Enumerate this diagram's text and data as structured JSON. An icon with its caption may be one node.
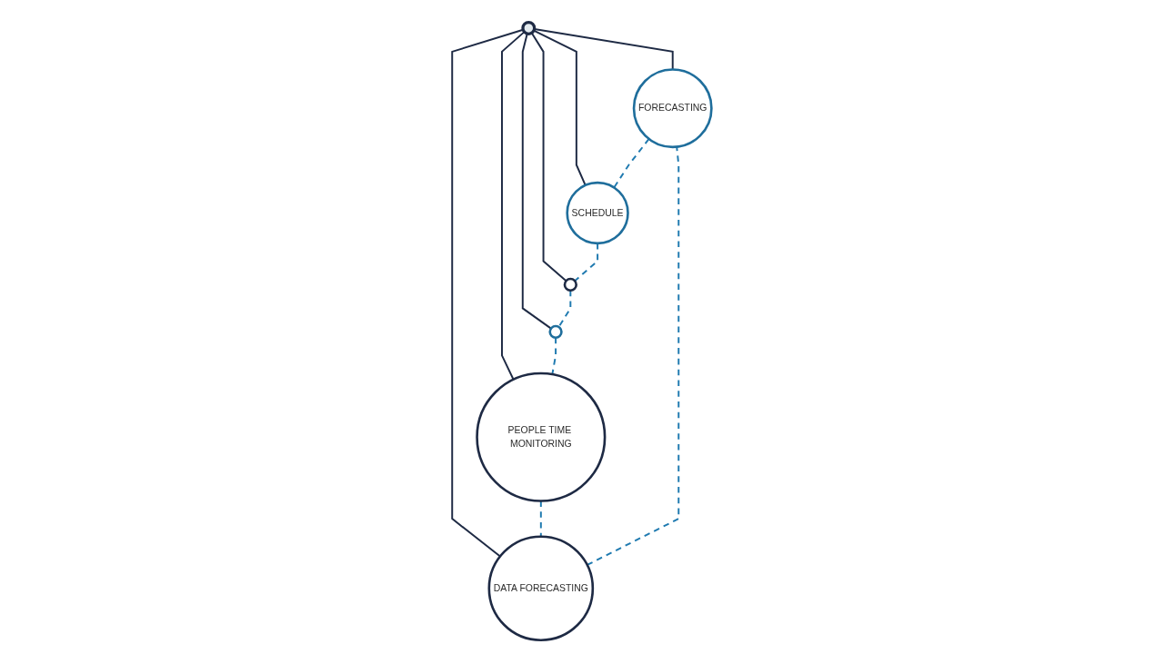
{
  "diagram": {
    "nodes": [
      {
        "text": [
          "FORECASTING"
        ]
      },
      {
        "text": [
          "DATA FORECASTING"
        ]
      },
      {
        "text": [
          "SCHEDULE"
        ]
      },
      {
        "text": [],
        "shape": "circle"
      },
      {
        "text": [
          "PEOPLE TIME MONITORING"
        ]
      },
      {
        "text": [],
        "shape": "circle"
      },
      {
        "text": [],
        "shape": "circle"
      }
    ],
    "edges": [
      {
        "from": 3,
        "to": 0,
        "arrow": "none"
      },
      {
        "from": 3,
        "to": 1,
        "arrow": "none"
      },
      {
        "from": 3,
        "to": 2,
        "arrow": "none"
      },
      {
        "from": 3,
        "to": 4,
        "arrow": "none"
      },
      {
        "from": 3,
        "to": 5,
        "arrow": "none"
      },
      {
        "from": 3,
        "to": 6,
        "arrow": "none"
      },
      {
        "from": 1,
        "to": 0,
        "arrow": "none",
        "style": "dashed",
        "color": "#1f7ab0"
      },
      {
        "from": 0,
        "to": 2,
        "arrow": "none",
        "style": "dashed",
        "color": "#1f7ab0"
      },
      {
        "from": 2,
        "to": 5,
        "arrow": "none",
        "style": "dashed",
        "color": "#1f7ab0"
      },
      {
        "from": 5,
        "to": 6,
        "arrow": "none",
        "style": "dashed",
        "color": "#1f7ab0"
      },
      {
        "from": 6,
        "to": 4,
        "arrow": "none",
        "style": "dashed",
        "color": "#1f7ab0"
      },
      {
        "from": 4,
        "to": 1,
        "arrow": "none",
        "style": "dashed",
        "color": "#1f7ab0"
      }
    ]
  }
}
